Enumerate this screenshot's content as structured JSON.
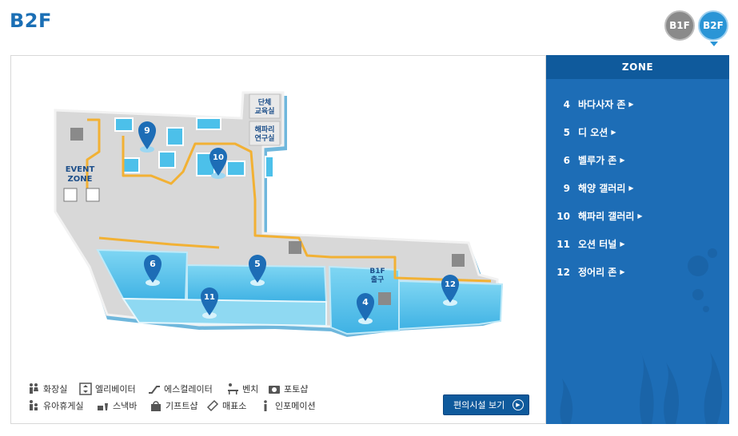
{
  "floor_title": "B2F",
  "floors": [
    {
      "label": "B1F",
      "active": false
    },
    {
      "label": "B2F",
      "active": true
    }
  ],
  "map": {
    "labels": {
      "event_zone_line1": "EVENT",
      "event_zone_line2": "ZONE",
      "group_edu_line1": "단체",
      "group_edu_line2": "교육실",
      "jelly_lab_line1": "해파리",
      "jelly_lab_line2": "연구실",
      "exit_line1": "B1F",
      "exit_line2": "출구"
    },
    "markers": [
      "9",
      "10",
      "6",
      "5",
      "11",
      "4",
      "12"
    ]
  },
  "legend": {
    "row1": [
      "화장실",
      "엘리베이터",
      "에스컬레이터",
      "벤치",
      "포토샵"
    ],
    "row2": [
      "유아휴게실",
      "스낵바",
      "기프트샵",
      "매표소",
      "인포메이션"
    ]
  },
  "facility_button": "편의시설 보기",
  "zone": {
    "header": "ZONE",
    "items": [
      {
        "num": "4",
        "name": "바다사자 존"
      },
      {
        "num": "5",
        "name": "디 오션"
      },
      {
        "num": "6",
        "name": "벨루가 존"
      },
      {
        "num": "9",
        "name": "해양 갤러리"
      },
      {
        "num": "10",
        "name": "해파리 갤러리"
      },
      {
        "num": "11",
        "name": "오션 터널"
      },
      {
        "num": "12",
        "name": "정어리 존"
      }
    ]
  },
  "colors": {
    "brand": "#1b6fb5",
    "panel": "#1d6db6",
    "water": "#5cc8ee",
    "path": "#f2b134"
  }
}
